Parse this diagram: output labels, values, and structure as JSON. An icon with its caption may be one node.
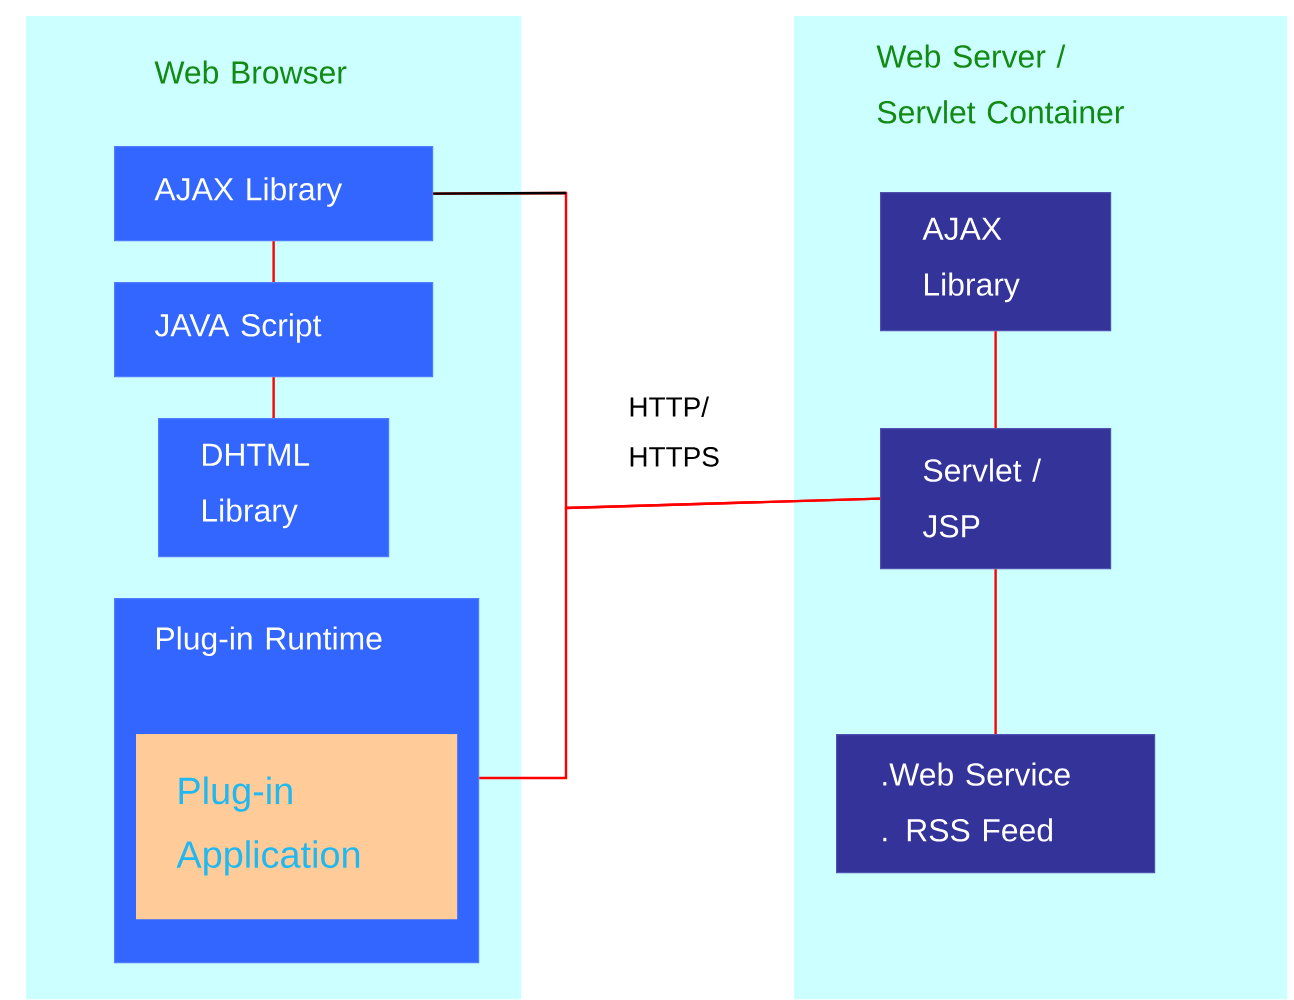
{
  "diagram": {
    "nodes": [
      {
        "text": [
          "Web Browser"
        ]
      },
      {
        "text": [
          "AJAX Library"
        ],
        "in": 0
      },
      {
        "text": [
          "JAVA Script"
        ],
        "in": 0
      },
      {
        "text": [
          "DHTML Library"
        ],
        "in": 0
      },
      {
        "text": [
          "Plug-in Runtime"
        ],
        "in": 0
      },
      {
        "text": [
          "Plug-in Application"
        ],
        "in": 4
      },
      {
        "text": [
          "Web Server / Servlet Container"
        ]
      },
      {
        "text": [
          "AJAX Library"
        ],
        "in": 6
      },
      {
        "text": [
          "Servlet / JSP"
        ],
        "in": 6
      },
      {
        "text": [
          ".Web Service . RSS Feed"
        ],
        "in": 6
      }
    ],
    "edges": [
      {
        "from": 1,
        "to": 2,
        "arrow": "none"
      },
      {
        "from": 2,
        "to": 3,
        "arrow": "none"
      },
      {
        "from": 1,
        "to": 8,
        "arrow": "none",
        "label": "HTTP/ HTTPS"
      },
      {
        "from": 4,
        "to": 8,
        "arrow": "none"
      },
      {
        "from": 7,
        "to": 8,
        "arrow": "none"
      },
      {
        "from": 8,
        "to": 9,
        "arrow": "none"
      }
    ]
  }
}
